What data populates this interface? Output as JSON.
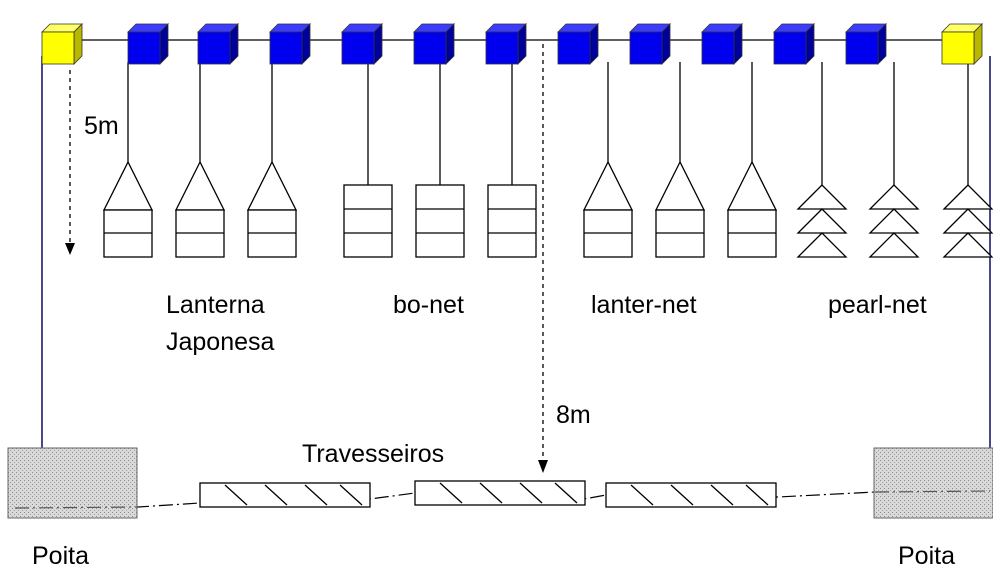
{
  "labels": {
    "depth_top": "5m",
    "depth_mid": "8m",
    "group_lanterna_line1": "Lanterna",
    "group_lanterna_line2": "Japonesa",
    "group_bonet": "bo-net",
    "group_lanternet": "lanter-net",
    "group_pearlnet": "pearl-net",
    "travesseiros": "Travesseiros",
    "poita_left": "Poita",
    "poita_right": "Poita"
  },
  "floats": {
    "count_blue": 11,
    "count_yellow": 2,
    "color_blue": "#0000ee",
    "color_yellow": "#ffff00"
  },
  "nets": [
    "lanterna",
    "lanterna",
    "lanterna",
    "bonet",
    "bonet",
    "bonet",
    "lanternet",
    "lanternet",
    "lanternet",
    "pearlnet",
    "pearlnet",
    "pearlnet"
  ],
  "travesseiros_count": 3,
  "colors": {
    "line": "#000000",
    "mooring_line": "#1b1b6e",
    "poita_fill": "#d4d4d4"
  }
}
